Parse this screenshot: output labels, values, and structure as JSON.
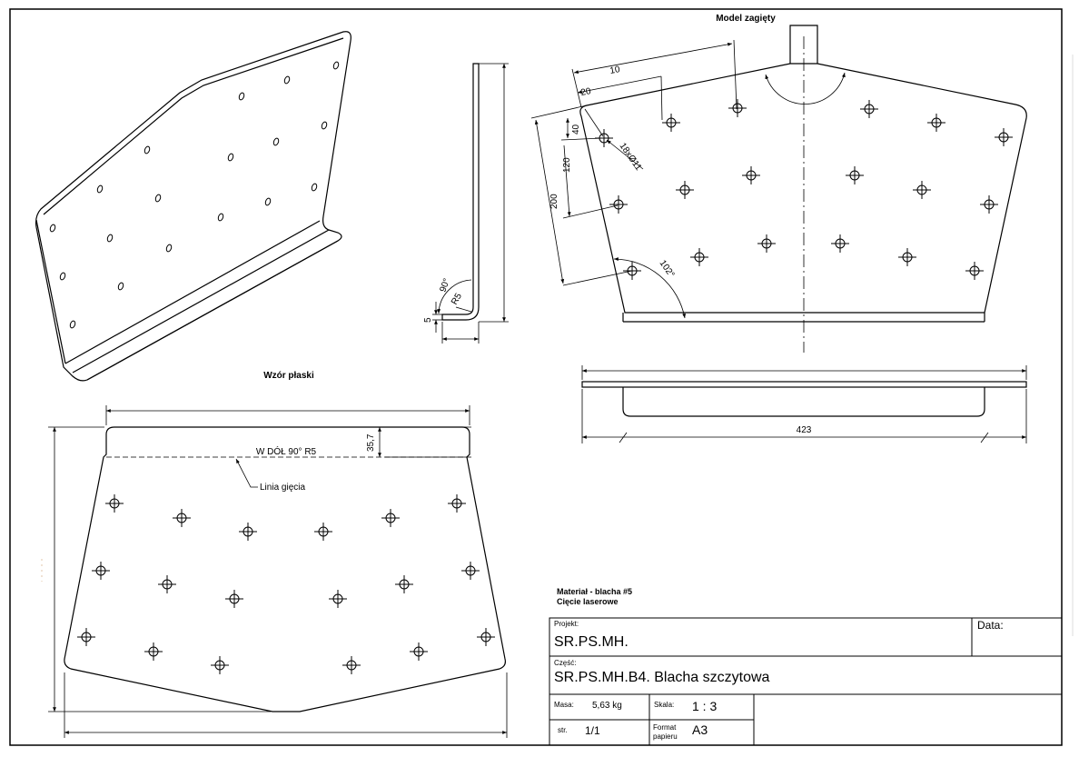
{
  "views": {
    "bent_model_title": "Model zagięty",
    "flat_pattern_title": "Wzór płaski"
  },
  "side_view": {
    "angle": "90°",
    "radius": "R5",
    "flange": "5"
  },
  "bent_view": {
    "dim_top_partial": "10",
    "dim_20": "20",
    "dim_40": "40",
    "dim_120": "120",
    "dim_200": "200",
    "holes_callout": "18xØ11",
    "angle": "102°"
  },
  "bottom_view": {
    "width": "423"
  },
  "flat_pattern": {
    "bend_note": "W DÓŁ 90° R5",
    "bend_dim": "35,7",
    "bend_line_label": "Linia gięcia"
  },
  "notes": {
    "material": "Materiał - blacha #5",
    "process": "Cięcie laserowe"
  },
  "title_block": {
    "projekt_label": "Projekt:",
    "projekt_value": "SR.PS.MH.",
    "data_label": "Data:",
    "czesc_label": "Część:",
    "czesc_value": "SR.PS.MH.B4. Blacha szczytowa",
    "masa_label": "Masa:",
    "masa_value": "5,63 kg",
    "skala_label": "Skala:",
    "skala_value": "1 : 3",
    "str_label": "str.",
    "str_value": "1/1",
    "format_label_1": "Format",
    "format_label_2": "papieru",
    "format_value": "A3"
  }
}
